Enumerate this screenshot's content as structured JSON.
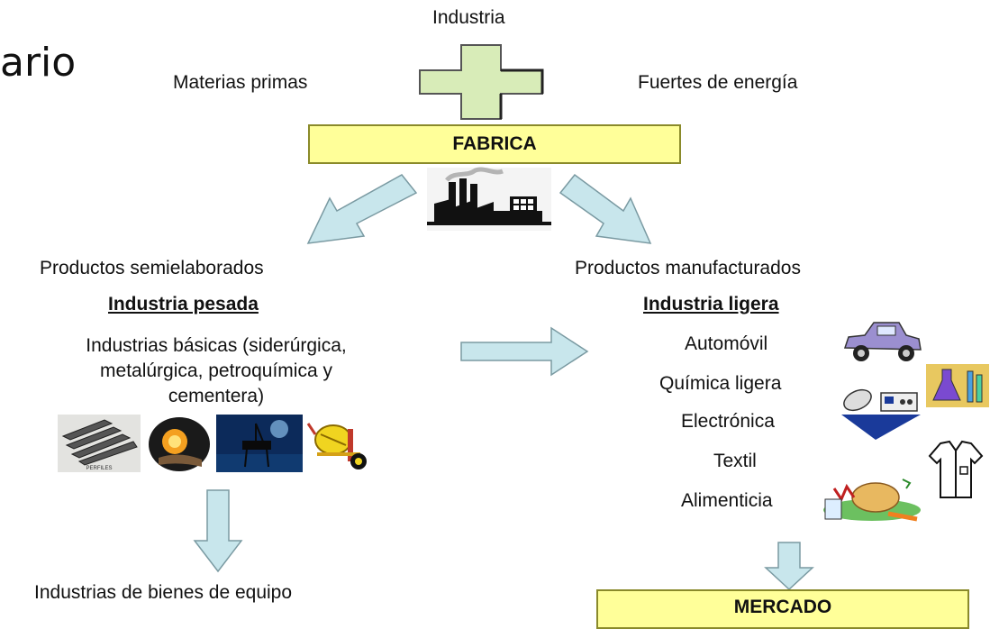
{
  "side_fragment": "ario",
  "top": {
    "industry_label": "Industria",
    "raw_materials": "Materias primas",
    "energy_sources": "Fuertes de energía",
    "factory_box": "FABRICA"
  },
  "left": {
    "semi_products": "Productos semielaborados",
    "heavy_heading": "Industria pesada",
    "basic_industries": [
      "Industrias básicas (siderúrgica,",
      "metalúrgica, petroquímica y",
      "cementera)"
    ],
    "capital_goods": "Industrias de bienes de equipo"
  },
  "right": {
    "manufactured": "Productos manufacturados",
    "light_heading": "Industria ligera",
    "light_items": [
      "Automóvil",
      "Química ligera",
      "Electrónica",
      "Textil",
      "Alimenticia"
    ],
    "market_box": "MERCADO"
  },
  "icons": [
    "plus-icon",
    "factory-icon",
    "steel-bars-icon",
    "molten-metal-icon",
    "oil-platform-icon",
    "cement-mixer-icon",
    "car-icon",
    "chemistry-flask-icon",
    "electronics-icon",
    "shirt-icon",
    "food-plate-icon"
  ],
  "colors": {
    "box_fill": "#ffff99",
    "arrow_fill": "#c8e6ec",
    "plus_fill": "#d8ecb8"
  }
}
